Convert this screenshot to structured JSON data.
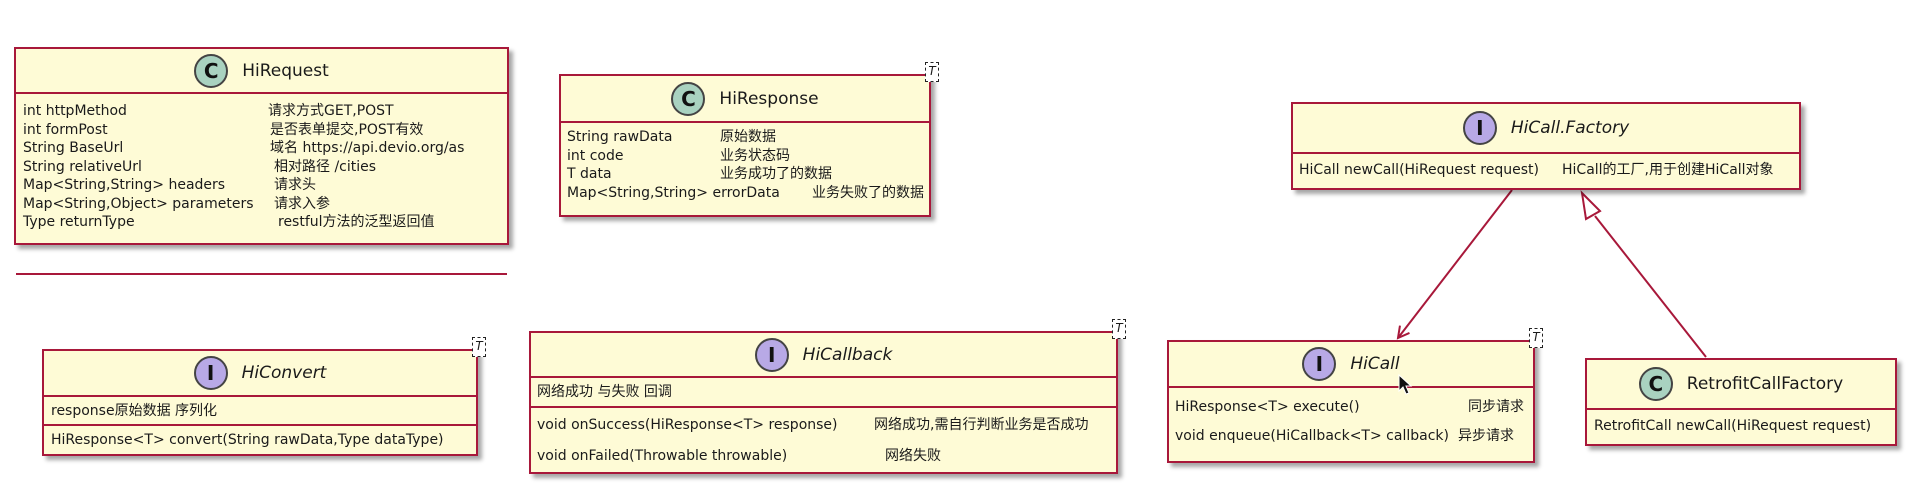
{
  "hirequest": {
    "name": "HiRequest",
    "stereotype": "C",
    "fields": [
      {
        "decl": "int httpMethod",
        "note": "请求方式GET,POST"
      },
      {
        "decl": "int formPost",
        "note": "是否表单提交,POST有效"
      },
      {
        "decl": "String BaseUrl",
        "note": "域名    https://api.devio.org/as"
      },
      {
        "decl": "String relativeUrl",
        "note": "相对路径   /cities"
      },
      {
        "decl": "Map<String,String> headers",
        "note": "请求头"
      },
      {
        "decl": "Map<String,Object> parameters",
        "note": "请求入参"
      },
      {
        "decl": "Type returnType",
        "note": "restful方法的泛型返回值"
      }
    ]
  },
  "hiresponse": {
    "name": "HiResponse",
    "stereotype": "C",
    "type_param": "T",
    "fields": [
      {
        "decl": "String rawData",
        "note": "原始数据"
      },
      {
        "decl": "int code",
        "note": "业务状态码"
      },
      {
        "decl": "T data",
        "note": "业务成功了的数据"
      },
      {
        "decl": "Map<String,String> errorData",
        "note": "业务失败了的数据"
      }
    ]
  },
  "hicall_factory": {
    "name": "HiCall.Factory",
    "stereotype": "I",
    "method": {
      "decl": "HiCall newCall(HiRequest request)",
      "note": "HiCall的工厂,用于创建HiCall对象"
    }
  },
  "hiconvert": {
    "name": "HiConvert",
    "stereotype": "I",
    "type_param": "T",
    "field": "response原始数据 序列化",
    "method": "HiResponse<T> convert(String rawData,Type dataType)"
  },
  "hicallback": {
    "name": "HiCallback",
    "stereotype": "I",
    "type_param": "T",
    "field": "网络成功 与失败 回调",
    "methods": [
      {
        "decl": "void onSuccess(HiResponse<T> response)",
        "note": "网络成功,需自行判断业务是否成功"
      },
      {
        "decl": "void onFailed(Throwable throwable)",
        "note": "网络失败"
      }
    ]
  },
  "hicall": {
    "name": "HiCall",
    "stereotype": "I",
    "type_param": "T",
    "methods": [
      {
        "decl": "HiResponse<T> execute()",
        "note": "同步请求"
      },
      {
        "decl": "void enqueue(HiCallback<T> callback)",
        "note": "异步请求"
      }
    ]
  },
  "retrofit_call_factory": {
    "name": "RetrofitCallFactory",
    "stereotype": "C",
    "method": "RetrofitCall newCall(HiRequest request)"
  },
  "colors": {
    "class_fill": "#fefbd6",
    "border": "#a8183a",
    "class_badge": "#a9d2c0",
    "interface_badge": "#b8a9e6"
  }
}
